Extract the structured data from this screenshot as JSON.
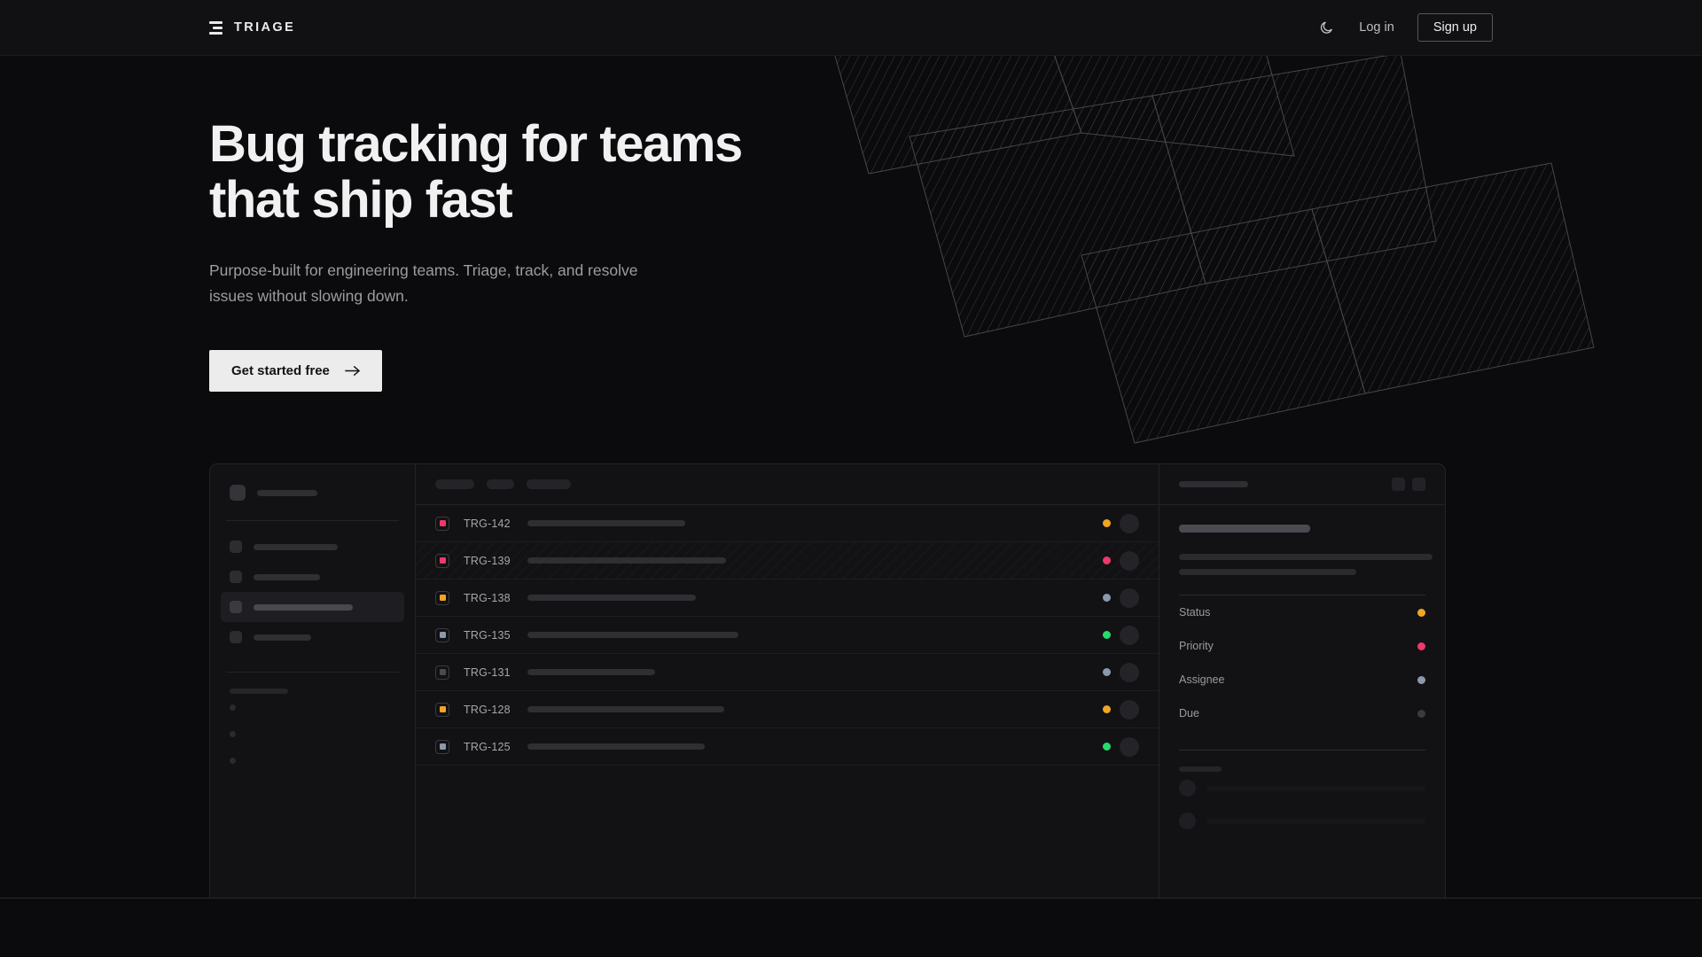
{
  "nav": {
    "brand": "TRIAGE",
    "brand_icon": "triage-bars-logo",
    "theme_toggle_icon": "moon-icon",
    "login_label": "Log in",
    "signup_label": "Sign up"
  },
  "hero": {
    "heading_line1": "Bug tracking for teams",
    "heading_line2": "that ship fast",
    "subheading": "Purpose-built for engineering teams. Triage, track, and resolve issues without slowing down.",
    "cta_label": "Get started free",
    "cta_icon": "arrow-right-icon"
  },
  "colors": {
    "background": "#0b0b0d",
    "surface": "#121214",
    "border": "#232327",
    "text_primary": "#f1f1f2",
    "text_muted": "#9c9ca1",
    "cta_background": "#ececec",
    "status_amber": "#f0a623",
    "status_pink": "#f0386b",
    "status_green": "#22dd6e",
    "status_slate": "#8c99ad",
    "status_gray": "#4a4a50"
  },
  "mockup": {
    "sidebar": {
      "logo_bar_width": 68,
      "nav_items": [
        {
          "width": 95,
          "active": false
        },
        {
          "width": 75,
          "active": false
        },
        {
          "width": 112,
          "active": true
        },
        {
          "width": 65,
          "active": false
        }
      ],
      "section_label_width": 66,
      "mini_items": 3
    },
    "list": {
      "header_chips": [
        44,
        31,
        50
      ],
      "rows": [
        {
          "id": "TRG-142",
          "priority_color": "#f0386b",
          "title_width": 178,
          "status_color": "#f0a623",
          "striped": false
        },
        {
          "id": "TRG-139",
          "priority_color": "#f0386b",
          "title_width": 224,
          "status_color": "#f0386b",
          "striped": true
        },
        {
          "id": "TRG-138",
          "priority_color": "#f0a623",
          "title_width": 190,
          "status_color": "#8c99ad",
          "striped": false
        },
        {
          "id": "TRG-135",
          "priority_color": "#8c99ad",
          "title_width": 238,
          "status_color": "#22dd6e",
          "striped": false
        },
        {
          "id": "TRG-131",
          "priority_color": "#4a4a50",
          "title_width": 144,
          "status_color": "#8c99ad",
          "striped": false
        },
        {
          "id": "TRG-128",
          "priority_color": "#f0a623",
          "title_width": 222,
          "status_color": "#f0a623",
          "striped": false
        },
        {
          "id": "TRG-125",
          "priority_color": "#8c99ad",
          "title_width": 200,
          "status_color": "#22dd6e",
          "striped": false
        }
      ]
    },
    "detail": {
      "header_bar_width": 78,
      "title_bar_width": 148,
      "body_bar_widths": [
        286,
        200
      ],
      "fields": [
        {
          "label": "Status",
          "color": "#f0a623"
        },
        {
          "label": "Priority",
          "color": "#f0386b"
        },
        {
          "label": "Assignee",
          "color": "#8c99ad"
        },
        {
          "label": "Due",
          "color": "#3a3a40"
        }
      ],
      "footer_label_width": 48,
      "footer_rows": 2
    }
  }
}
